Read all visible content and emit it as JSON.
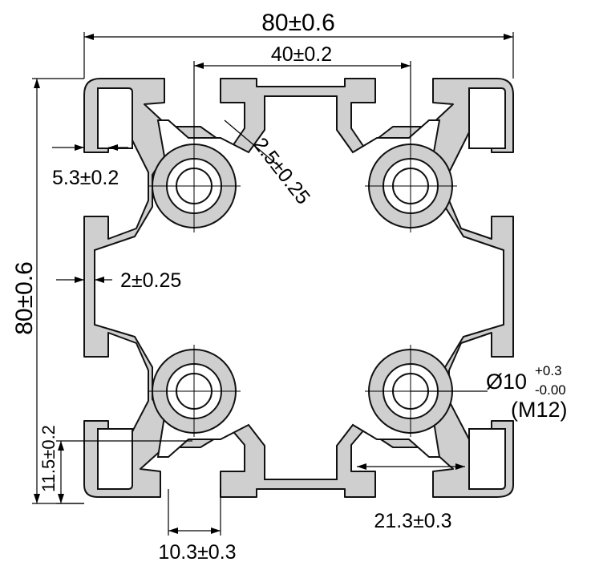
{
  "drawing": {
    "overall_width": "80±0.6",
    "slot_center_spacing": "40±0.2",
    "overall_height": "80±0.6",
    "wall_thickness_diag": "2.5±0.25",
    "slot_lip": "5.3±0.2",
    "wall_thickness": "2±0.25",
    "core_hole_dia": "Ø10",
    "core_hole_tol_plus": "+0.3",
    "core_hole_tol_minus": "-0.00",
    "core_hole_thread": "(M12)",
    "corner_offset": "11.5±0.2",
    "slot_opening": "10.3±0.3",
    "groove_width": "21.3±0.3"
  },
  "colors": {
    "profile_fill": "#cfcfcf",
    "line": "#000000",
    "background": "#ffffff"
  }
}
